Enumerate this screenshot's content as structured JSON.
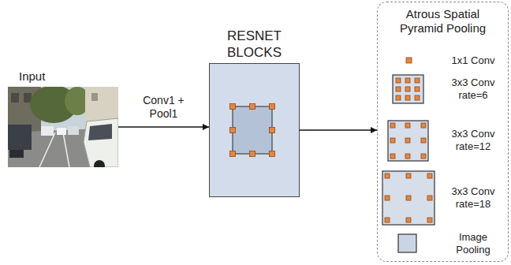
{
  "diagram": {
    "nodes": [
      {
        "text": [
          "Input"
        ]
      },
      {
        "text": [
          "RESNET BLOCKS"
        ]
      },
      {
        "text": [
          "Atrous Spatial Pyramid Pooling"
        ]
      }
    ],
    "edges": [
      {
        "from": 0,
        "to": 1,
        "arrow": "to",
        "label": "Conv1 + Pool1"
      },
      {
        "from": 1,
        "to": 2,
        "arrow": "to"
      }
    ],
    "labels": [
      "1x1 Conv",
      "3x3 Conv rate=6",
      "3x3 Conv rate=12",
      "3x3 Conv rate=18",
      "Image Pooling"
    ]
  }
}
